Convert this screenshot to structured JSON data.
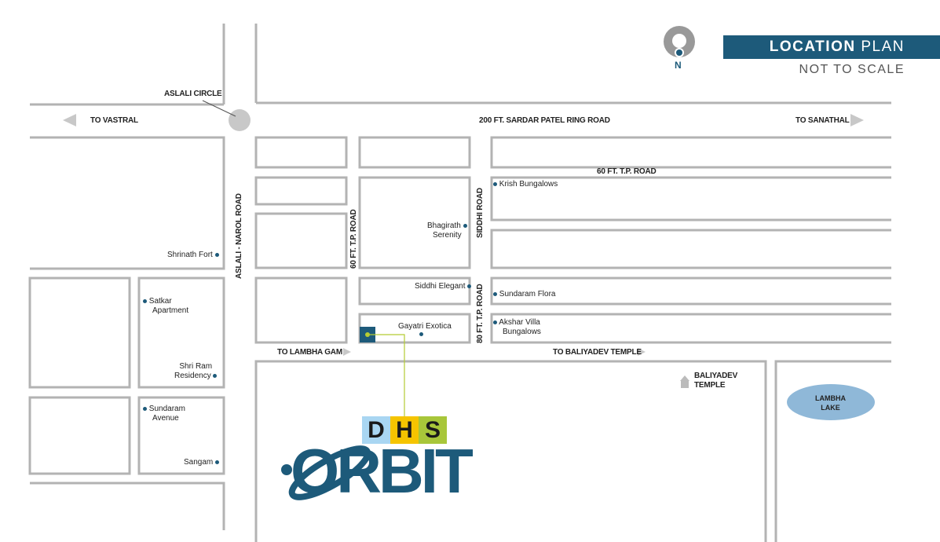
{
  "header": {
    "title_bold": "LOCATION",
    "title_light": "PLAN",
    "subtitle": "NOT TO SCALE",
    "north": "N"
  },
  "colors": {
    "brand": "#1d5a7a",
    "road": "#b3b3b3",
    "lake": "#8fb8d8",
    "connector": "#b5cc33",
    "dhs_d": "#a9d6f2",
    "dhs_h": "#f5c400",
    "dhs_s": "#a8c63a"
  },
  "roads": {
    "ring_road": "200 FT. SARDAR PATEL RING ROAD",
    "to_vastral": "TO VASTRAL",
    "to_sanathal": "TO SANATHAL",
    "aslali_circle": "ASLALI CIRCLE",
    "aslali_narol": "ASLALI - NAROL ROAD",
    "tp60_h": "60 FT. T.P. ROAD",
    "tp60_v": "60 FT. T.P. ROAD",
    "siddhi": "SIDDHI ROAD",
    "tp80": "80 FT. T.P. ROAD",
    "to_lambha": "TO LAMBHA GAM",
    "to_baliyadev": "TO BALIYADEV TEMPLE"
  },
  "landmarks": {
    "krish": "Krish Bungalows",
    "bhagirath_1": "Bhagirath",
    "bhagirath_2": "Serenity",
    "shrinath": "Shrinath Fort",
    "satkar_1": "Satkar",
    "satkar_2": "Apartment",
    "siddhi_elegant": "Siddhi Elegant",
    "sundaram_flora": "Sundaram Flora",
    "gayatri": "Gayatri Exotica",
    "akshar_1": "Akshar Villa",
    "akshar_2": "Bungalows",
    "shriram_1": "Shri Ram",
    "shriram_2": "Residency",
    "sundaram_avenue_1": "Sundaram",
    "sundaram_avenue_2": "Avenue",
    "sangam": "Sangam",
    "temple_1": "BALIYADEV",
    "temple_2": "TEMPLE",
    "lake_1": "LAMBHA",
    "lake_2": "LAKE"
  },
  "logo": {
    "d": "D",
    "h": "H",
    "s": "S",
    "name": "ORBIT"
  }
}
